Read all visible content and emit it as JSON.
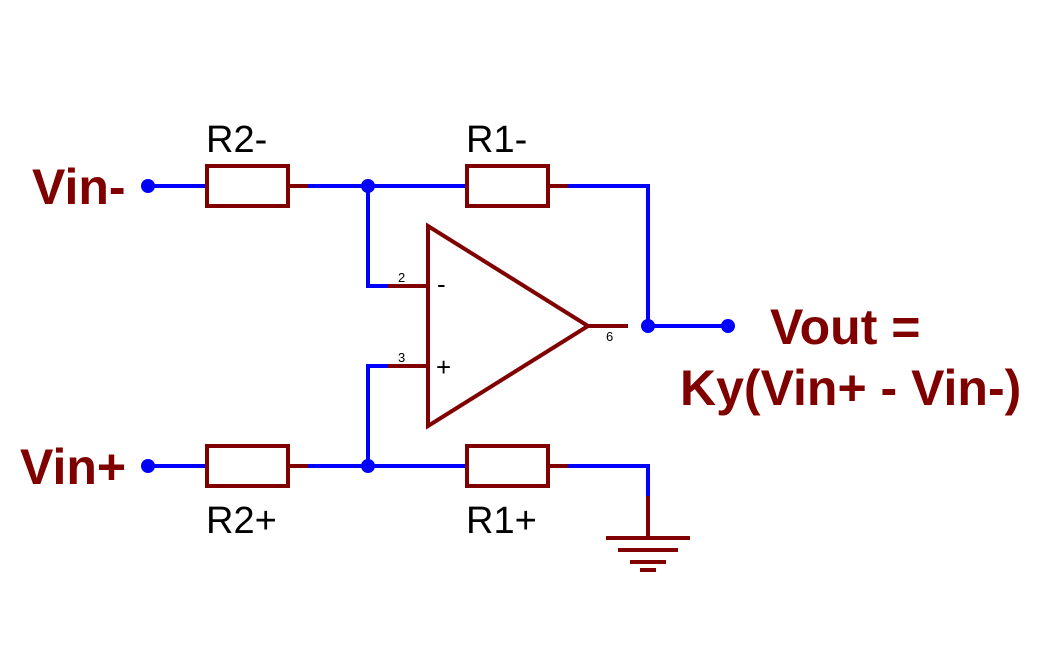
{
  "colors": {
    "wire": "#0000ff",
    "component": "#800000",
    "label": "#800000",
    "text": "#000000",
    "background": "#ffffff"
  },
  "nets": {
    "vin_minus": "Vin-",
    "vin_plus": "Vin+",
    "vout_line1": "Vout =",
    "vout_line2": "Ky(Vin+ - Vin-)"
  },
  "resistors": {
    "r2_minus": "R2-",
    "r1_minus": "R1-",
    "r2_plus": "R2+",
    "r1_plus": "R1+"
  },
  "opamp": {
    "pin_inverting_number": "2",
    "pin_noninverting_number": "3",
    "pin_output_number": "6",
    "inverting_sign": "-",
    "noninverting_sign": "+"
  },
  "icons": [
    "resistor-icon",
    "opamp-icon",
    "ground-icon",
    "junction-dot-icon"
  ]
}
